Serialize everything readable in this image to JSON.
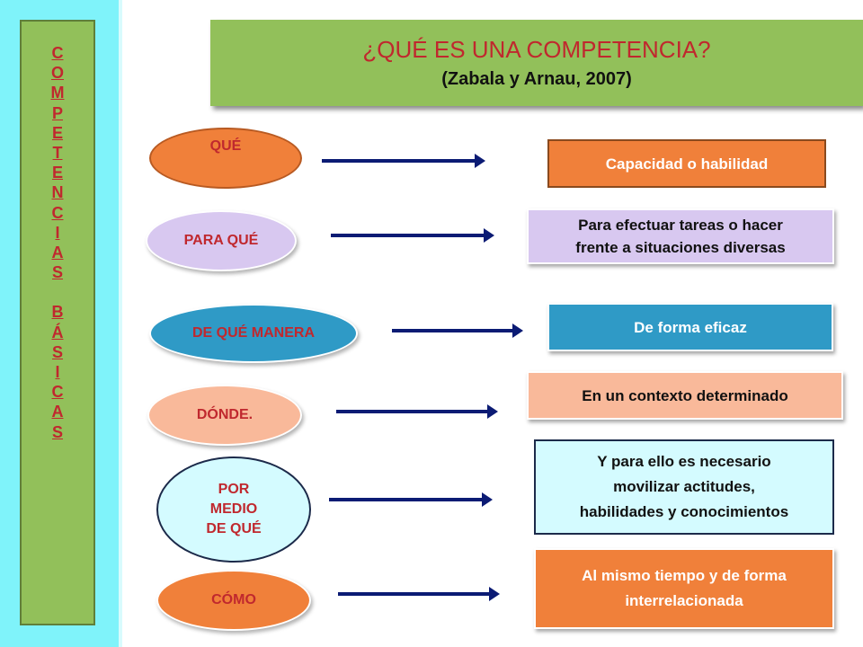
{
  "sidebar": {
    "letters": [
      "C",
      "O",
      "M",
      "P",
      "E",
      "T",
      "E",
      "N",
      "C",
      "I",
      "A",
      "S",
      " ",
      "B",
      "Á",
      "S",
      "I",
      "C",
      "A",
      "S"
    ]
  },
  "title": {
    "main": "¿QUÉ ES UNA COMPETENCIA?",
    "sub": "(Zabala y Arnau, 2007)"
  },
  "questions": [
    {
      "label": "QUÉ"
    },
    {
      "label": "PARA QUÉ"
    },
    {
      "label": "DE QUÉ MANERA"
    },
    {
      "label": "DÓNDE."
    },
    {
      "label_lines": [
        "POR",
        "MEDIO",
        "DE QUÉ"
      ]
    },
    {
      "label": "CÓMO"
    }
  ],
  "answers": [
    {
      "text": "Capacidad o habilidad"
    },
    {
      "lines": [
        "Para efectuar tareas o hacer",
        "frente a situaciones diversas"
      ]
    },
    {
      "text": "De forma eficaz"
    },
    {
      "text": "En un contexto determinado"
    },
    {
      "lines": [
        "Y para ello es necesario",
        "movilizar actitudes,",
        "habilidades y conocimientos"
      ]
    },
    {
      "lines": [
        "Al mismo tiempo y de forma",
        "interrelacionada"
      ]
    }
  ],
  "colors": {
    "sidebar_bg": "#7ff3fa",
    "green_box": "#92c05a",
    "red_text": "#c0282e",
    "arrow": "#0b1b74",
    "orange": "#f0803a",
    "lavender": "#d8c8f0",
    "blue": "#2f9ac6",
    "peach": "#f9b99a",
    "light_cyan": "#d4fbff"
  }
}
